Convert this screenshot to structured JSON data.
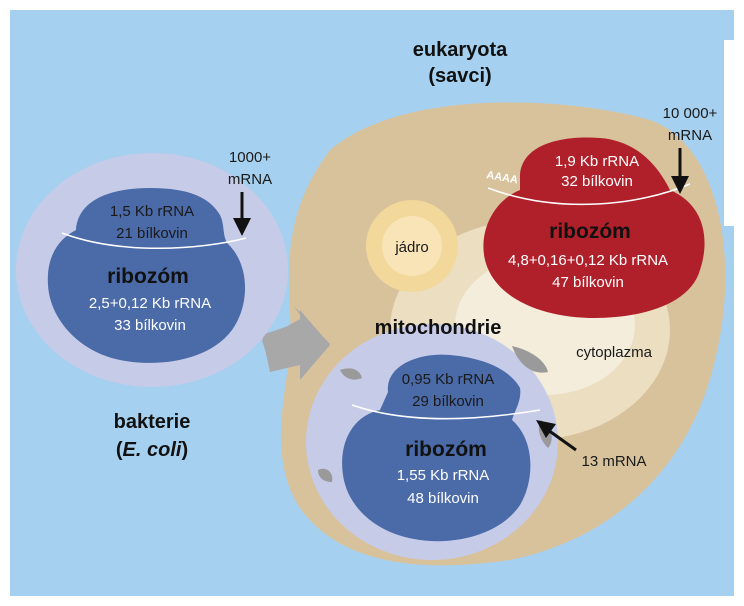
{
  "colors": {
    "background": "#a6d0ef",
    "frame": "#ffffff",
    "cell_outer": "#c6cbe8",
    "cell_inner": "#4a6aa8",
    "cell_tan": "#d8c29c",
    "nucleus": "#f3d89c",
    "ribosome_red": "#b0202a",
    "arrow_gray": "#a8a8a8"
  },
  "eukaryota": {
    "title_line1": "eukaryota",
    "title_line2": "(savci)"
  },
  "nucleus": {
    "label": "jádro"
  },
  "cytoplasm": {
    "label": "cytoplazma"
  },
  "euk_ribosome": {
    "mrna_count_line1": "10 000+",
    "mrna_count_line2": "mRNA",
    "polya": "AAAA",
    "small_line1": "1,9 Kb rRNA",
    "small_line2": "32 bílkovin",
    "name": "ribozóm",
    "large_line1": "4,8+0,16+0,12 Kb rRNA",
    "large_line2": "47 bílkovin"
  },
  "bacteria": {
    "title_line1": "bakterie",
    "title_open": "(",
    "title_species": "E. coli",
    "title_close": ")",
    "mrna_count_line1": "1000+",
    "mrna_count_line2": "mRNA",
    "small_line1": "1,5 Kb rRNA",
    "small_line2": "21 bílkovin",
    "name": "ribozóm",
    "large_line1": "2,5+0,12 Kb rRNA",
    "large_line2": "33 bílkovin"
  },
  "mitochondria": {
    "title": "mitochondrie",
    "mrna_count": "13 mRNA",
    "small_line1": "0,95 Kb rRNA",
    "small_line2": "29 bílkovin",
    "name": "ribozóm",
    "large_line1": "1,55 Kb rRNA",
    "large_line2": "48 bílkovin"
  }
}
